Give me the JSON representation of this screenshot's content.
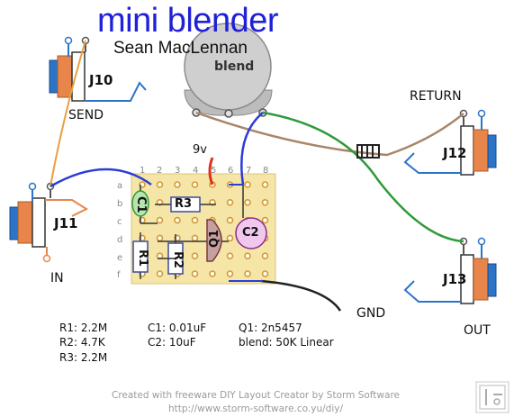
{
  "title": "mini blender",
  "author": "Sean MacLennan",
  "pot": {
    "label": "blend"
  },
  "jacks": {
    "j10": {
      "ref": "J10",
      "name": "SEND"
    },
    "j11": {
      "ref": "J11",
      "name": "IN"
    },
    "j12": {
      "ref": "J12",
      "name": "RETURN"
    },
    "j13": {
      "ref": "J13",
      "name": "OUT"
    }
  },
  "board": {
    "power_label": "9v",
    "ground_label": "GND",
    "columns": [
      "1",
      "2",
      "3",
      "4",
      "5",
      "6",
      "7",
      "8"
    ],
    "rows": [
      "a",
      "b",
      "c",
      "d",
      "e",
      "f"
    ]
  },
  "components": {
    "c1": "C1",
    "c2": "C2",
    "r1": "R1",
    "r2": "R2",
    "r3": "R3",
    "q1": "Q1"
  },
  "parts_list": {
    "col1": [
      "R1: 2.2M",
      "R2: 4.7K",
      "R3: 2.2M"
    ],
    "col2": [
      "C1: 0.01uF",
      "C2: 10uF"
    ],
    "col3": [
      "Q1: 2n5457",
      "blend: 50K Linear"
    ]
  },
  "credits": {
    "line1": "Created with freeware DIY Layout Creator by Storm Software",
    "line2": "http://www.storm-software.co.yu/diy/"
  },
  "colors": {
    "title": "#2020d8",
    "board": "#f5e6a8",
    "wire_blue": "#2a3ed8",
    "wire_green": "#2e9a3a",
    "wire_brown": "#a7866a",
    "wire_orange": "#e8a040",
    "wire_red": "#e03020",
    "jack_orange": "#e8854a",
    "jack_blue": "#2c74c8"
  }
}
